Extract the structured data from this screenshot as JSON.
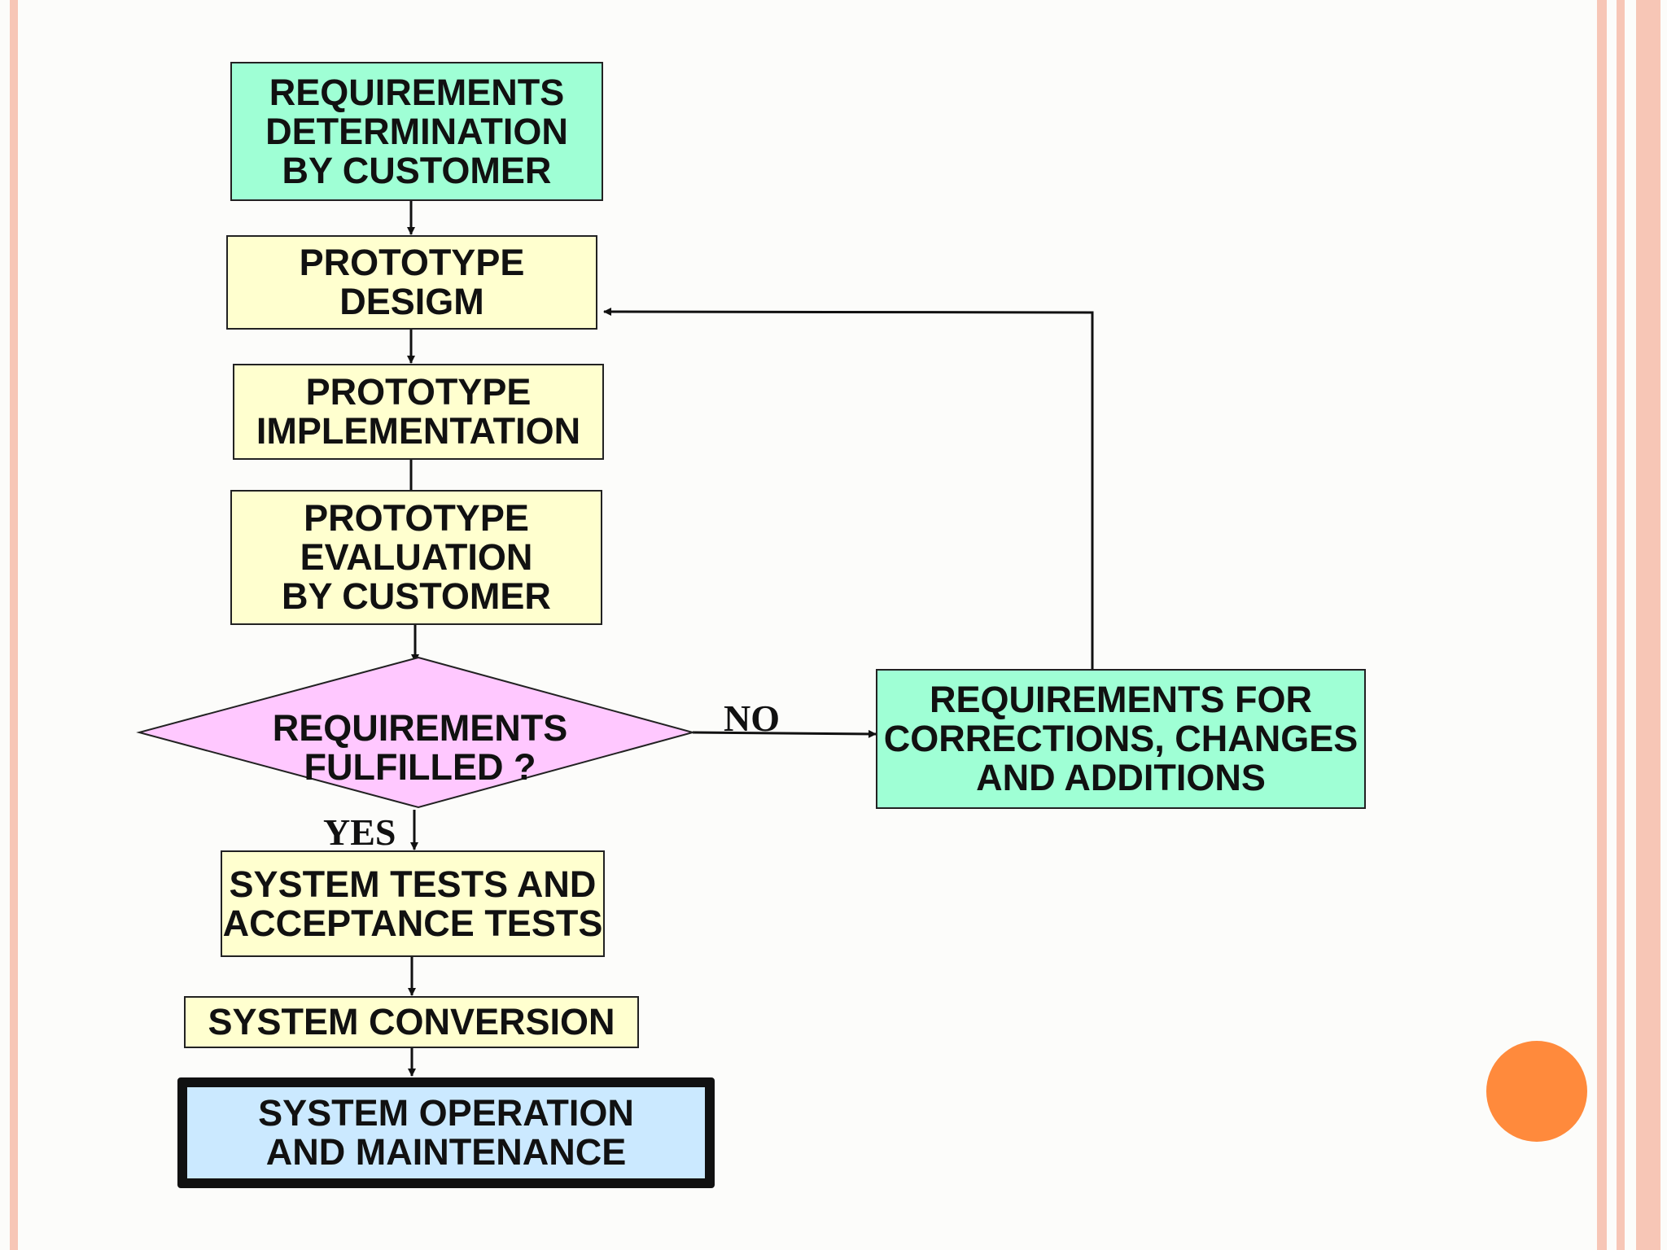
{
  "nodes": {
    "req_determination": "REQUIREMENTS\nDETERMINATION\nBY CUSTOMER",
    "prototype_design": "PROTOTYPE\nDESIGM",
    "prototype_implementation": "PROTOTYPE\nIMPLEMENTATION",
    "prototype_evaluation": "PROTOTYPE\nEVALUATION\nBY CUSTOMER",
    "decision": "REQUIREMENTS\nFULFILLED ?",
    "corrections": "REQUIREMENTS FOR\nCORRECTIONS, CHANGES\nAND ADDITIONS",
    "system_tests": "SYSTEM TESTS AND\nACCEPTANCE TESTS",
    "system_conversion": "SYSTEM CONVERSION",
    "system_operation": "SYSTEM OPERATION\nAND MAINTENANCE"
  },
  "labels": {
    "no": "NO",
    "yes": "YES"
  },
  "colors": {
    "green_box": "#9fffd5",
    "yellow_box": "#ffffcf",
    "decision_fill": "#ffc8ff",
    "final_box": "#cbe9ff",
    "accent_circle": "#ff8a3c",
    "border_rule": "#f7c6b6"
  }
}
